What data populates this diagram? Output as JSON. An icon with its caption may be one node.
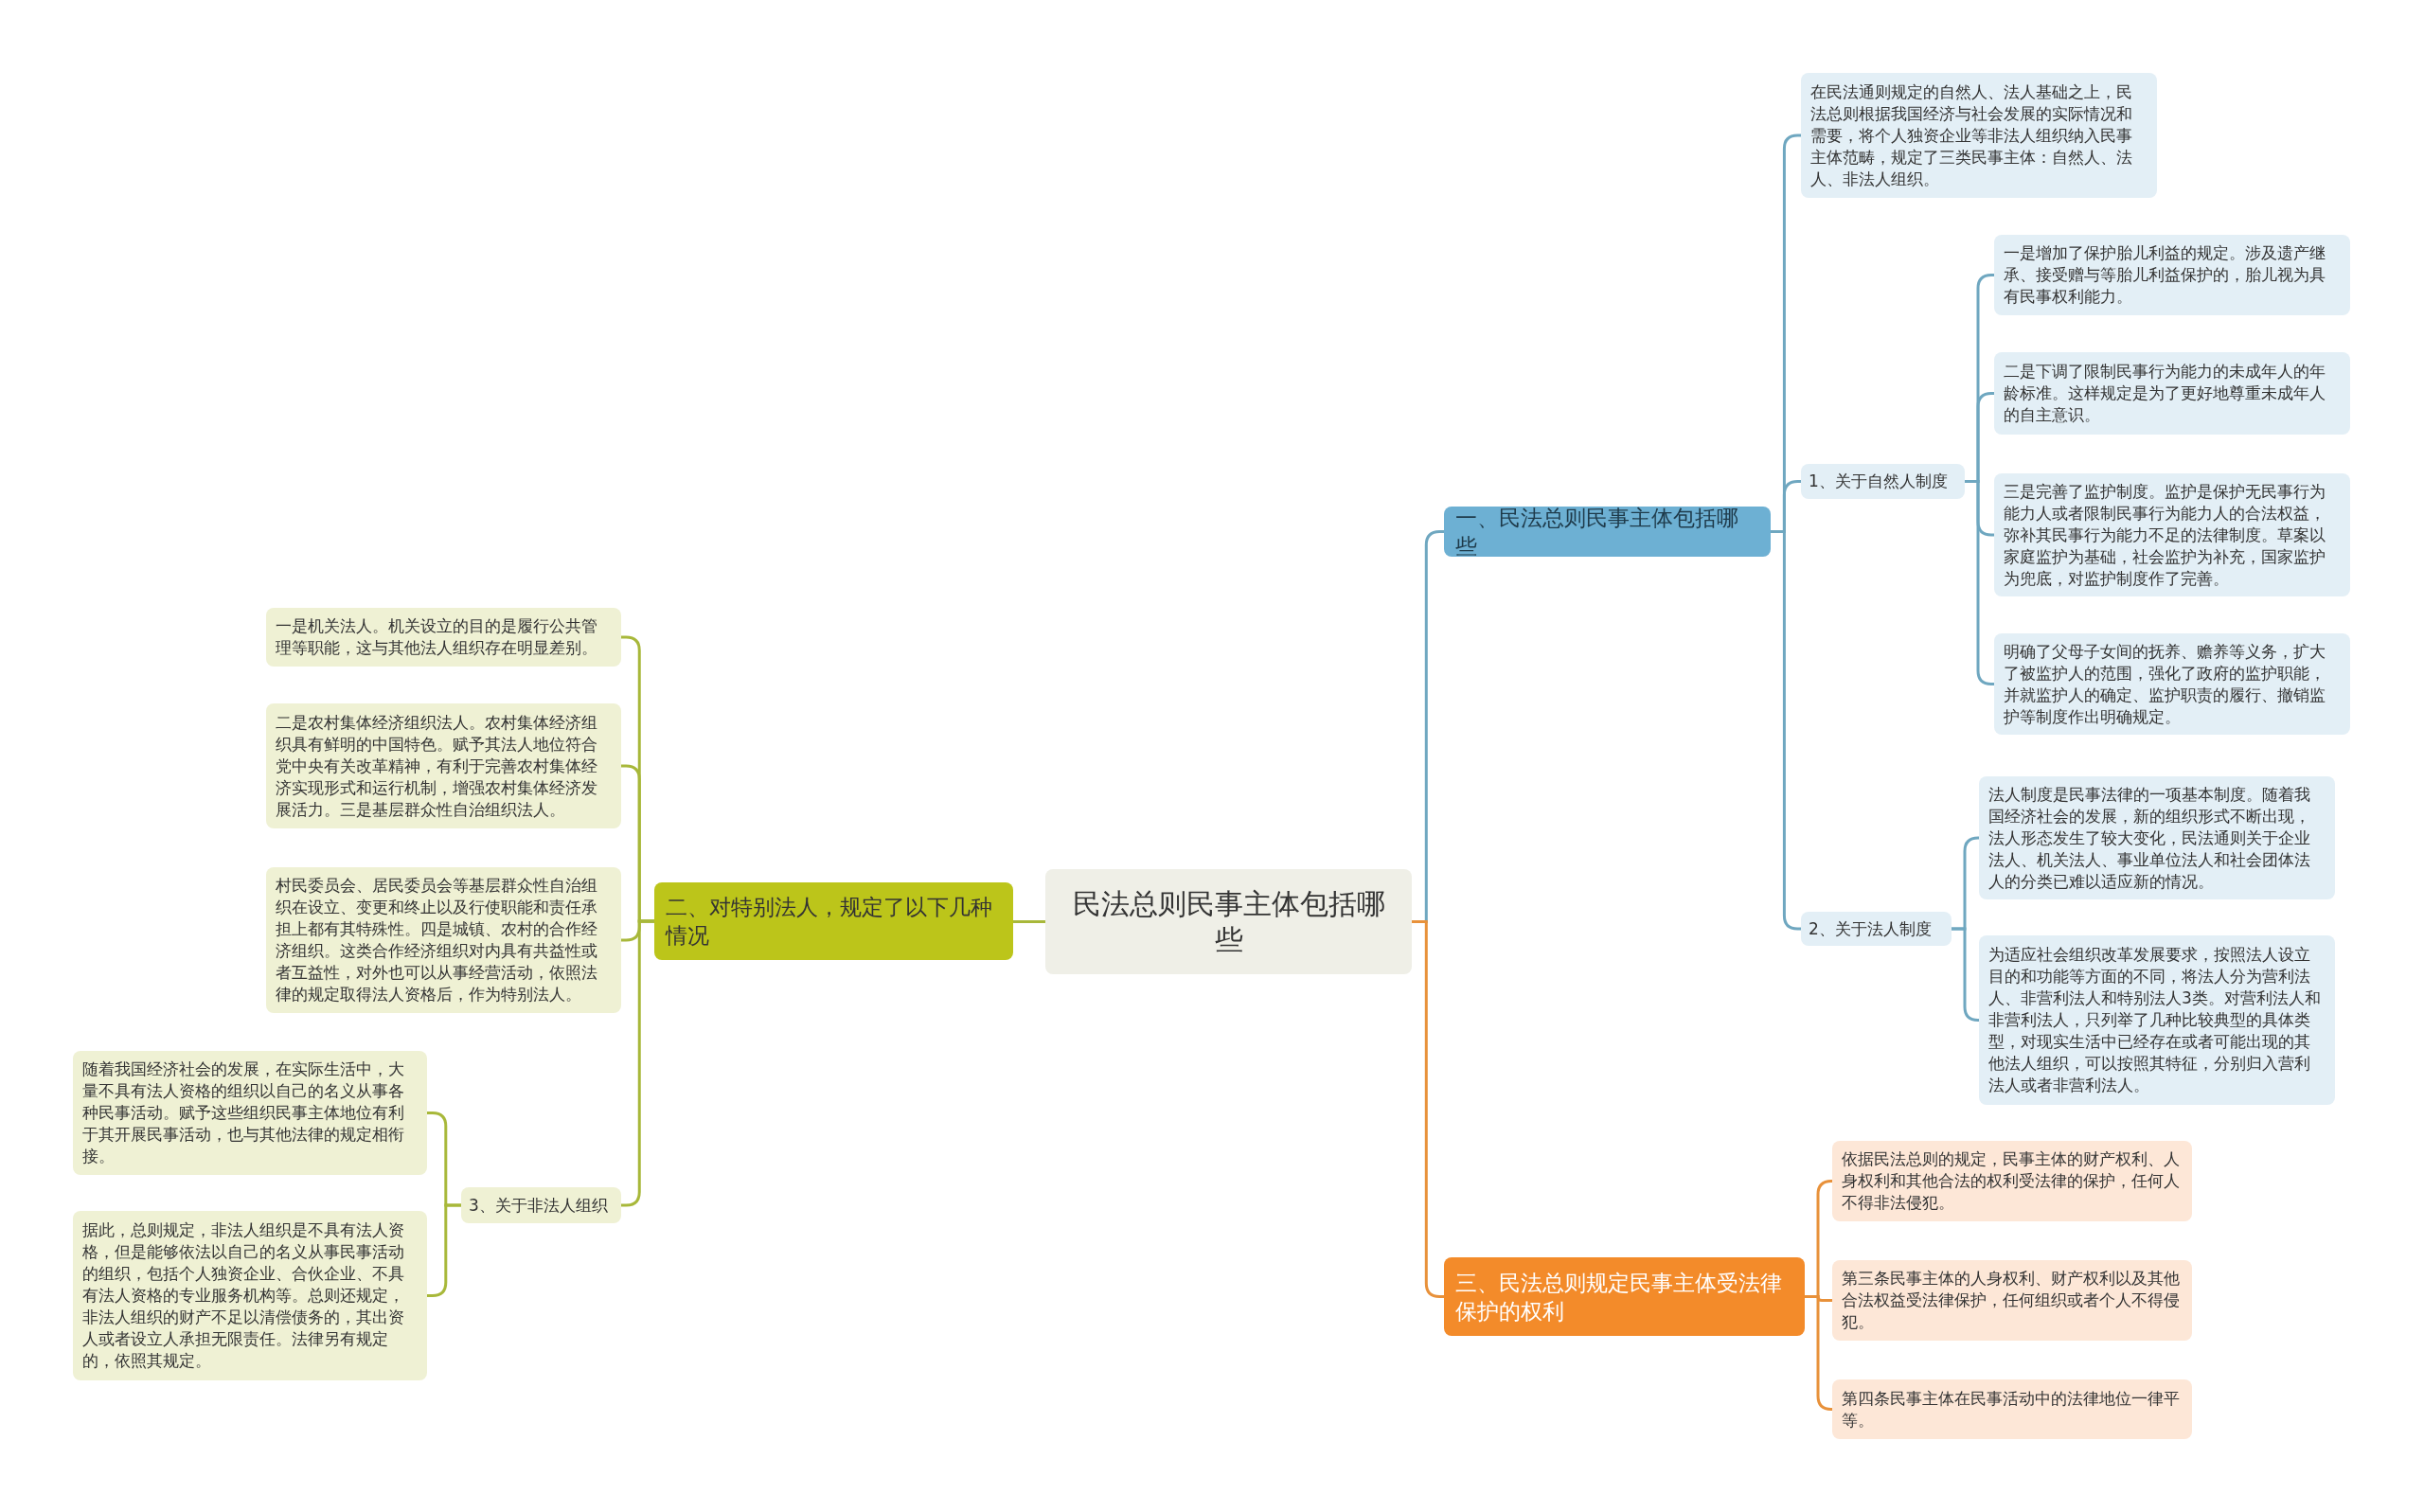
{
  "diagram": {
    "nodes": [
      {
        "text": [
          "民法总则民事主体包括哪些"
        ]
      },
      {
        "text": [
          "一、民法总则民事主体包括哪些"
        ]
      },
      {
        "text": [
          "在民法通则规定的自然人、法人基础之上，民法总则根据我国经济与社会发展的实际情况和需要，将个人独资企业等非法人组织纳入民事主体范畴，规定了三类民事主体：自然人、法人、非法人组织。"
        ]
      },
      {
        "text": [
          "1、关于自然人制度"
        ]
      },
      {
        "text": [
          "一是增加了保护胎儿利益的规定。涉及遗产继承、接受赠与等胎儿利益保护的，胎儿视为具有民事权利能力。"
        ]
      },
      {
        "text": [
          "二是下调了限制民事行为能力的未成年人的年龄标准。这样规定是为了更好地尊重未成年人的自主意识。"
        ]
      },
      {
        "text": [
          "三是完善了监护制度。监护是保护无民事行为能力人或者限制民事行为能力人的合法权益，弥补其民事行为能力不足的法律制度。草案以家庭监护为基础，社会监护为补充，国家监护为兜底，对监护制度作了完善。"
        ]
      },
      {
        "text": [
          "明确了父母子女间的抚养、赡养等义务，扩大了被监护人的范围，强化了政府的监护职能，并就监护人的确定、监护职责的履行、撤销监护等制度作出明确规定。"
        ]
      },
      {
        "text": [
          "2、关于法人制度"
        ]
      },
      {
        "text": [
          "法人制度是民事法律的一项基本制度。随着我国经济社会的发展，新的组织形式不断出现，法人形态发生了较大变化，民法通则关于企业法人、机关法人、事业单位法人和社会团体法人的分类已难以适应新的情况。"
        ]
      },
      {
        "text": [
          "为适应社会组织改革发展要求，按照法人设立目的和功能等方面的不同，将法人分为营利法人、非营利法人和特别法人3类。对营利法人和非营利法人，只列举了几种比较典型的具体类型，对现实生活中已经存在或者可能出现的其他法人组织，可以按照其特征，分别归入营利法人或者非营利法人。"
        ]
      },
      {
        "text": [
          "三、民法总则规定民事主体受法律保护的权利"
        ]
      },
      {
        "text": [
          "依据民法总则的规定，民事主体的财产权利、人身权利和其他合法的权利受法律的保护，任何人不得非法侵犯。"
        ]
      },
      {
        "text": [
          "第三条民事主体的人身权利、财产权利以及其他合法权益受法律保护，任何组织或者个人不得侵犯。"
        ]
      },
      {
        "text": [
          "第四条民事主体在民事活动中的法律地位一律平等。"
        ]
      },
      {
        "text": [
          "二、对特别法人，规定了以下几种情况"
        ]
      },
      {
        "text": [
          "一是机关法人。机关设立的目的是履行公共管理等职能，这与其他法人组织存在明显差别。"
        ]
      },
      {
        "text": [
          "二是农村集体经济组织法人。农村集体经济组织具有鲜明的中国特色。赋予其法人地位符合党中央有关改革精神，有利于完善农村集体经济实现形式和运行机制，增强农村集体经济发展活力。三是基层群众性自治组织法人。"
        ]
      },
      {
        "text": [
          "村民委员会、居民委员会等基层群众性自治组织在设立、变更和终止以及行使职能和责任承担上都有其特殊性。四是城镇、农村的合作经济组织。这类合作经济组织对内具有共益性或者互益性，对外也可以从事经营活动，依照法律的规定取得法人资格后，作为特别法人。"
        ]
      },
      {
        "text": [
          "3、关于非法人组织"
        ]
      },
      {
        "text": [
          "随着我国经济社会的发展，在实际生活中，大量不具有法人资格的组织以自己的名义从事各种民事活动。赋予这些组织民事主体地位有利于其开展民事活动，也与其他法律的规定相衔接。"
        ]
      },
      {
        "text": [
          "据此，总则规定，非法人组织是不具有法人资格，但是能够依法以自己的名义从事民事活动的组织，包括个人独资企业、合伙企业、不具有法人资格的专业服务机构等。总则还规定，非法人组织的财产不足以清偿债务的，其出资人或者设立人承担无限责任。法律另有规定的，依照其规定。"
        ]
      }
    ],
    "edges": [
      {
        "from": 0,
        "to": 1,
        "arrow": "none"
      },
      {
        "from": 1,
        "to": 2,
        "arrow": "none"
      },
      {
        "from": 1,
        "to": 3,
        "arrow": "none"
      },
      {
        "from": 3,
        "to": 4,
        "arrow": "none"
      },
      {
        "from": 3,
        "to": 5,
        "arrow": "none"
      },
      {
        "from": 3,
        "to": 6,
        "arrow": "none"
      },
      {
        "from": 3,
        "to": 7,
        "arrow": "none"
      },
      {
        "from": 1,
        "to": 8,
        "arrow": "none"
      },
      {
        "from": 8,
        "to": 9,
        "arrow": "none"
      },
      {
        "from": 8,
        "to": 10,
        "arrow": "none"
      },
      {
        "from": 0,
        "to": 11,
        "arrow": "none",
        "color": "#e8913a"
      },
      {
        "from": 11,
        "to": 12,
        "arrow": "none",
        "color": "#e8913a"
      },
      {
        "from": 11,
        "to": 13,
        "arrow": "none",
        "color": "#e8913a"
      },
      {
        "from": 11,
        "to": 14,
        "arrow": "none",
        "color": "#e8913a"
      },
      {
        "from": 0,
        "to": 15,
        "arrow": "none",
        "color": "#a8b83a"
      },
      {
        "from": 15,
        "to": 16,
        "arrow": "none",
        "color": "#a8b83a"
      },
      {
        "from": 15,
        "to": 17,
        "arrow": "none",
        "color": "#a8b83a"
      },
      {
        "from": 15,
        "to": 18,
        "arrow": "none",
        "color": "#a8b83a"
      },
      {
        "from": 15,
        "to": 19,
        "arrow": "none",
        "color": "#a8b83a"
      },
      {
        "from": 19,
        "to": 20,
        "arrow": "none",
        "color": "#a8b83a"
      },
      {
        "from": 19,
        "to": 21,
        "arrow": "none",
        "color": "#a8b83a"
      }
    ]
  }
}
